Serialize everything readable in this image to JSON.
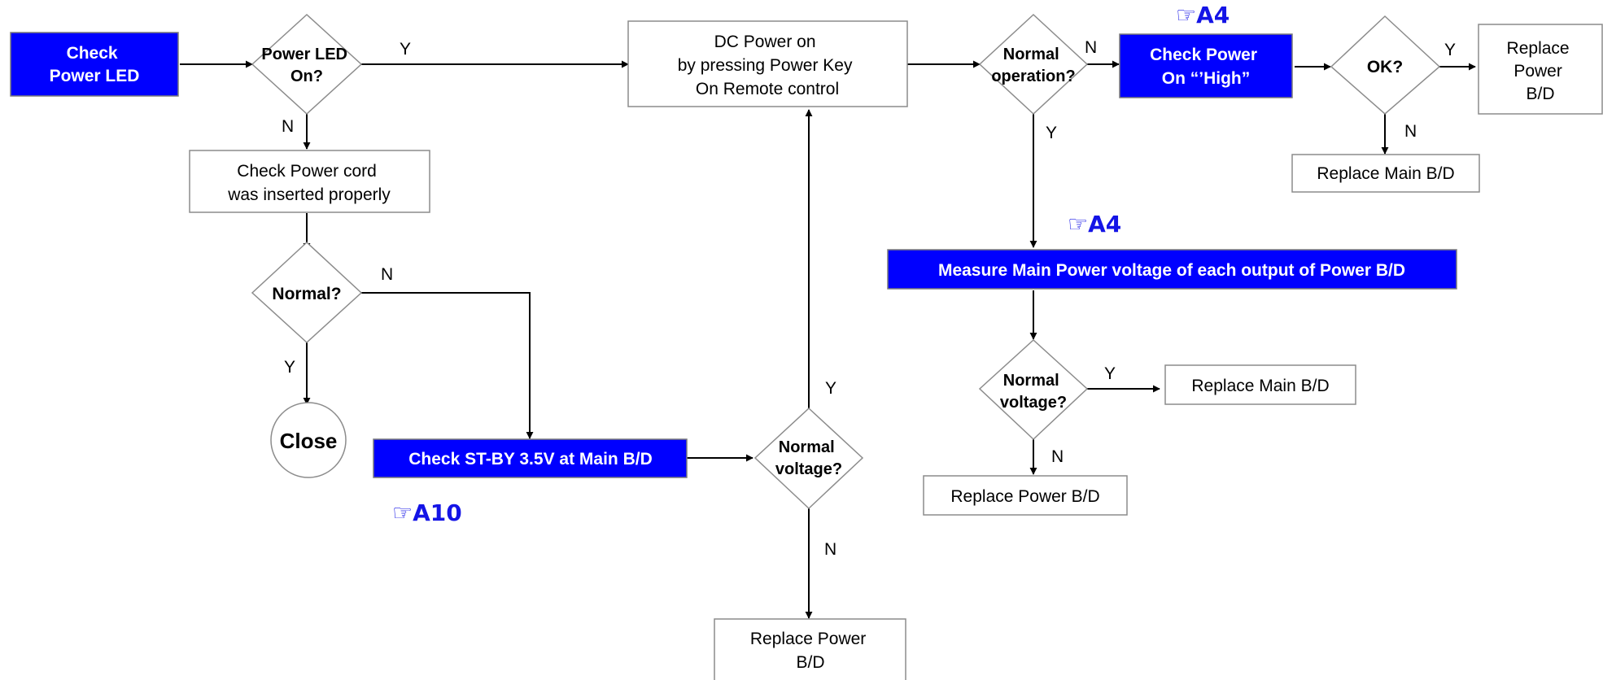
{
  "nodes": {
    "check_power_led": [
      "Check",
      "Power LED"
    ],
    "power_led_on": [
      "Power  LED",
      "On?"
    ],
    "check_power_cord": [
      "Check Power cord",
      "was inserted properly"
    ],
    "normal_1": [
      "Normal?"
    ],
    "close": [
      "Close"
    ],
    "check_stby": [
      "Check ST-BY 3.5V at Main B/D"
    ],
    "normal_voltage_1": [
      "Normal",
      "voltage?"
    ],
    "replace_power_bd_1": [
      "Replace Power",
      "B/D"
    ],
    "dc_power_on": [
      "DC Power on",
      "by pressing Power Key",
      "On Remote control"
    ],
    "normal_operation": [
      "Normal",
      "operation?"
    ],
    "check_power_on_high": [
      "Check Power",
      "On “’High”"
    ],
    "ok": [
      "OK?"
    ],
    "replace_power_bd_2": [
      "Replace",
      "Power",
      "B/D"
    ],
    "replace_main_bd_1": [
      "Replace Main B/D"
    ],
    "measure_main_power": [
      "Measure Main Power voltage of each output of Power B/D"
    ],
    "normal_voltage_2": [
      "Normal",
      "voltage?"
    ],
    "replace_main_bd_2": [
      "Replace Main B/D"
    ],
    "replace_power_bd_3": [
      "Replace Power B/D"
    ]
  },
  "refs": {
    "a10": "☞A10",
    "a4_top": "☞A4",
    "a4_mid": "☞A4"
  },
  "edges": {
    "y": "Y",
    "n": "N"
  },
  "colors": {
    "highlight_fill": "#0000ff",
    "ref_text": "#1414e6"
  }
}
